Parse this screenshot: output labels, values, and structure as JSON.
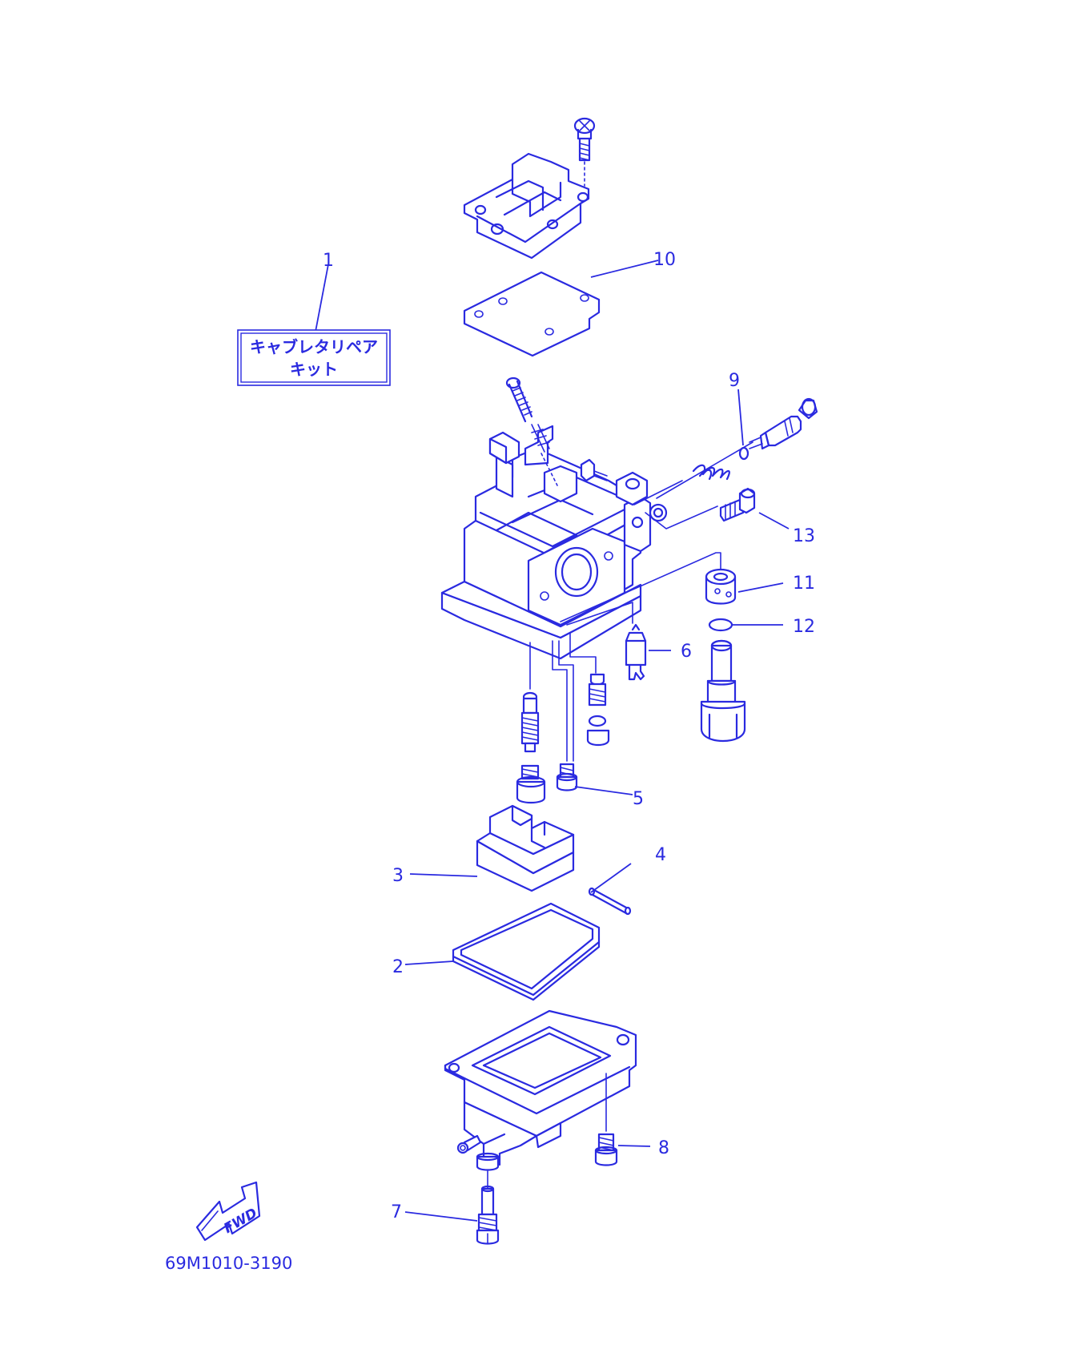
{
  "diagram": {
    "kit_label": {
      "line1": "キャブレタリペア",
      "line2": "キット"
    },
    "part_numbers": {
      "p1": "1",
      "p2": "2",
      "p3": "3",
      "p4": "4",
      "p5": "5",
      "p6": "6",
      "p7": "7",
      "p8": "8",
      "p9": "9",
      "p10": "10",
      "p11": "11",
      "p12": "12",
      "p13": "13"
    },
    "fwd_label": "FWD",
    "figure_code": "69M1010-3190",
    "colors": {
      "line": "#2a2ae0",
      "background": "#ffffff"
    }
  }
}
